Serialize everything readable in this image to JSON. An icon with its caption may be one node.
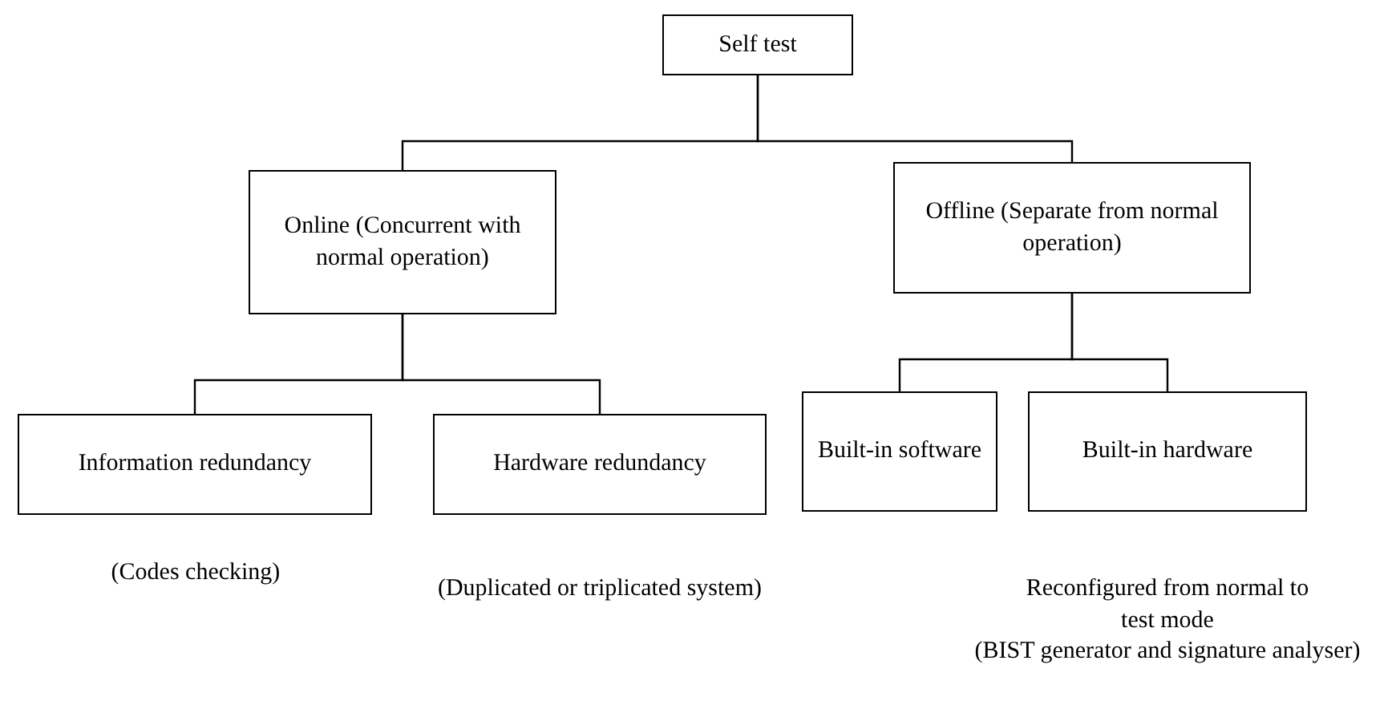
{
  "diagram": {
    "nodes": [
      {
        "text": [
          "Self test"
        ]
      },
      {
        "text": [
          "Online (Concurrent with normal operation)"
        ]
      },
      {
        "text": [
          "Offline (Separate from normal operation)"
        ]
      },
      {
        "text": [
          "Information redundancy"
        ],
        "beside": [
          "(Codes checking)"
        ]
      },
      {
        "text": [
          "Hardware redundancy"
        ],
        "beside": [
          "(Duplicated or triplicated system)"
        ]
      },
      {
        "text": [
          "Built-in software"
        ]
      },
      {
        "text": [
          "Built-in hardware"
        ],
        "beside": [
          "Reconfigured from normal to test mode",
          "(BIST generator and signature analyser)"
        ]
      }
    ],
    "edges": [
      {
        "from": 0,
        "to": 1,
        "arrow": "none"
      },
      {
        "from": 0,
        "to": 2,
        "arrow": "none"
      },
      {
        "from": 1,
        "to": 3,
        "arrow": "none"
      },
      {
        "from": 1,
        "to": 4,
        "arrow": "none"
      },
      {
        "from": 2,
        "to": 5,
        "arrow": "none"
      },
      {
        "from": 2,
        "to": 6,
        "arrow": "none"
      }
    ]
  }
}
